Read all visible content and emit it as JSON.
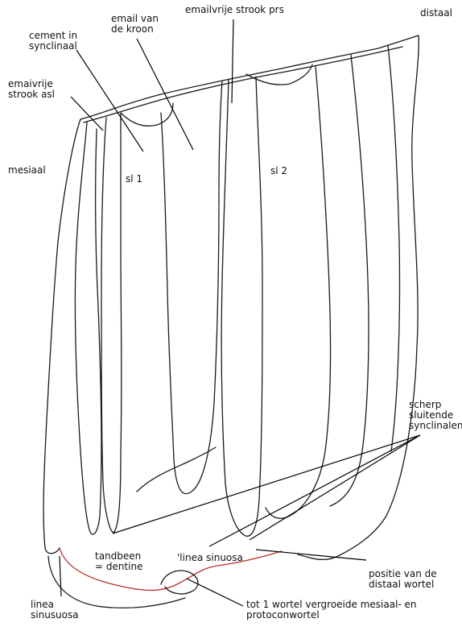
{
  "labels": {
    "distaal": "distaal",
    "emailvrije_strook_prs": "emailvrije strook prs",
    "email_van_de_kroon": [
      "email van",
      "de kroon"
    ],
    "cement_in_synclinaal": [
      "cement in",
      "synclinaal"
    ],
    "emaivrije_strook_asl": [
      "emaivrije",
      "strook asl"
    ],
    "mesiaal": "mesiaal",
    "sl1": "sl 1",
    "sl2": "sl 2",
    "scherp_sluitende_synclinalen": [
      "scherp",
      "sluitende",
      "synclinalen"
    ],
    "linea_sinuosa_mid": "'linea sinuosa",
    "tandbeen_dentine": [
      "tandbeen",
      "= dentine"
    ],
    "positie_distaal_wortel": [
      "positie van de",
      "distaal wortel"
    ],
    "linea_sinusuosa": [
      "linea",
      "sinusuosa"
    ],
    "tot_1_wortel": [
      "tot 1 wortel vergroeide mesiaal- en",
      "protoconwortel"
    ]
  },
  "colors": {
    "outline": "#1a1a1a",
    "root_outline": "#b8322a",
    "leader": "#000000",
    "background": "#ffffff"
  }
}
